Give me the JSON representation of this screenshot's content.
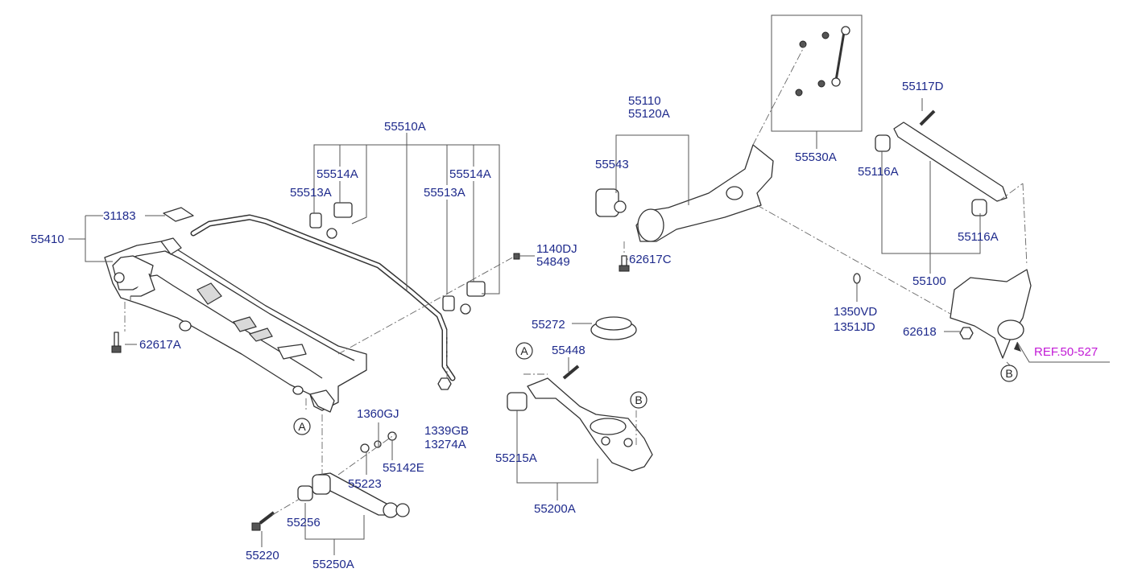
{
  "diagram": {
    "labels": {
      "l31183": "31183",
      "l55410": "55410",
      "l62617A": "62617A",
      "l55510A": "55510A",
      "l55514A_left": "55514A",
      "l55513A_left": "55513A",
      "l55514A_right": "55514A",
      "l55513A_right": "55513A",
      "l1140DJ": "1140DJ",
      "l54849": "54849",
      "l1339GB": "1339GB",
      "l13274A": "13274A",
      "l1360GJ": "1360GJ",
      "l55142E": "55142E",
      "l55223": "55223",
      "l55256": "55256",
      "l55220": "55220",
      "l55250A": "55250A",
      "l55110": "55110",
      "l55120A": "55120A",
      "l55543": "55543",
      "l62617C": "62617C",
      "l55530A": "55530A",
      "l55117D": "55117D",
      "l55116A_top": "55116A",
      "l55116A_bottom": "55116A",
      "l55100": "55100",
      "l1350VD": "1350VD",
      "l1351JD": "1351JD",
      "l62618": "62618",
      "l55272": "55272",
      "l55448": "55448",
      "l55215A": "55215A",
      "l55200A": "55200A",
      "ref": "REF.50-527"
    },
    "callouts": {
      "a_left": "A",
      "a_mid": "A",
      "b_mid": "B",
      "b_right": "B"
    }
  }
}
